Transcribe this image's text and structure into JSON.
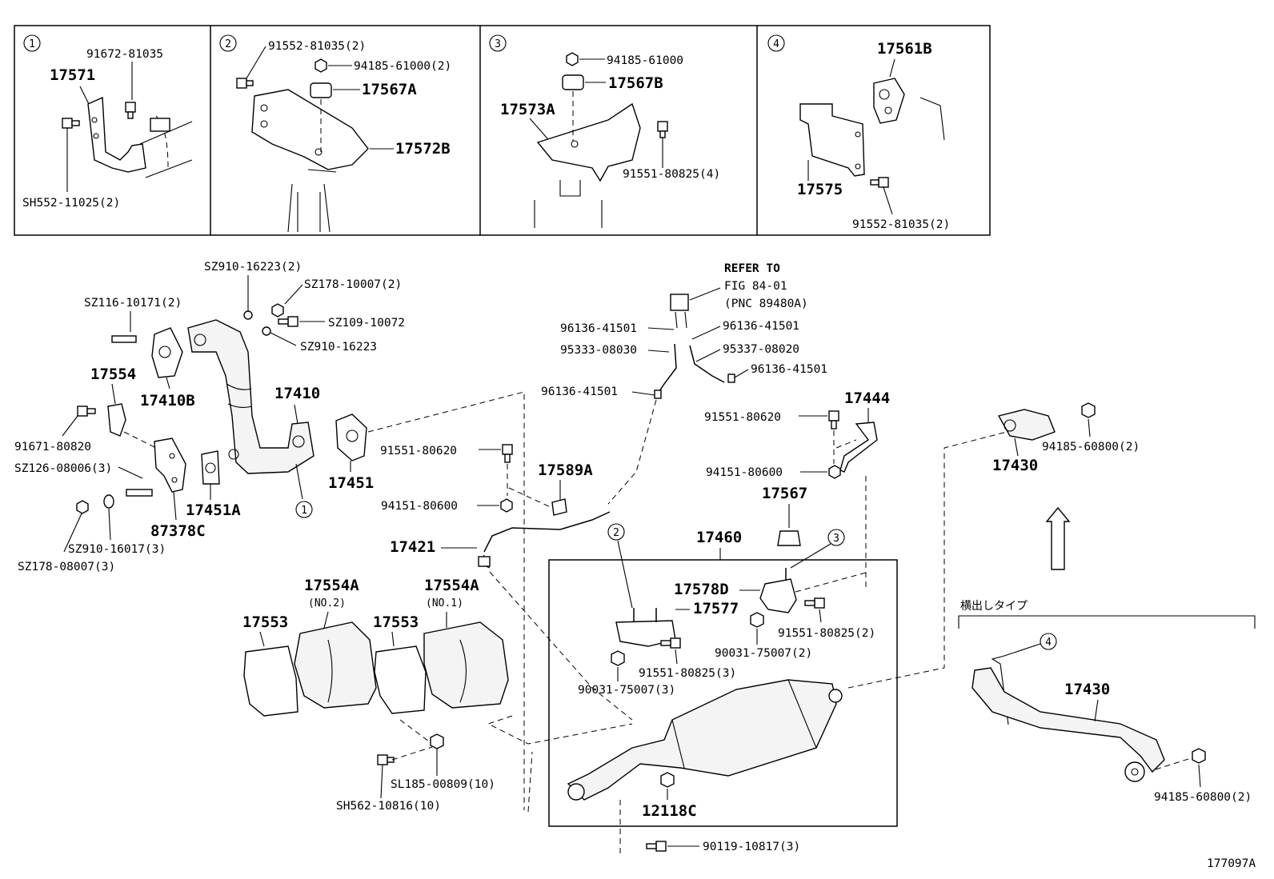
{
  "panels": [
    {
      "number": "1",
      "labels": {
        "p17571": "17571",
        "b91672": "91672-81035",
        "bsh552": "SH552-11025(2)"
      }
    },
    {
      "number": "2",
      "labels": {
        "b91552": "91552-81035(2)",
        "n94185": "94185-61000(2)",
        "p17567a": "17567A",
        "p17572b": "17572B"
      }
    },
    {
      "number": "3",
      "labels": {
        "n94185": "94185-61000",
        "p17567b": "17567B",
        "p17573a": "17573A",
        "b91551": "91551-80825(4)"
      }
    },
    {
      "number": "4",
      "labels": {
        "p17561b": "17561B",
        "p17575": "17575",
        "b91552": "91552-81035(2)"
      }
    }
  ],
  "main": {
    "sz910_16223_2": "SZ910-16223(2)",
    "sz178_10007_2": "SZ178-10007(2)",
    "sz116_10171_2": "SZ116-10171(2)",
    "sz109_10072": "SZ109-10072",
    "sz910_16223": "SZ910-16223",
    "p17554": "17554",
    "p17410b": "17410B",
    "p17410": "17410",
    "b91671_80820": "91671-80820",
    "sz126_08006_3": "SZ126-08006(3)",
    "p87378c": "87378C",
    "p17451a": "17451A",
    "p17451": "17451",
    "sz910_16017_3": "SZ910-16017(3)",
    "sz178_08007_3": "SZ178-08007(3)",
    "refer_to": "REFER TO",
    "fig": "FIG 84-01",
    "pnc": "(PNC 89480A)",
    "c96136_a": "96136-41501",
    "c96136_b": "96136-41501",
    "h95333": "95333-08030",
    "h95337": "95337-08020",
    "c96136_c": "96136-41501",
    "c96136_d": "96136-41501",
    "b91551_80620_a": "91551-80620",
    "n94151_80600_a": "94151-80600",
    "p17589a": "17589A",
    "p17421": "17421",
    "b91551_80620_b": "91551-80620",
    "p17444": "17444",
    "n94151_80600_b": "94151-80600",
    "p17567": "17567",
    "p17460": "17460",
    "p17578d": "17578D",
    "p17577": "17577",
    "b91551_80825_2": "91551-80825(2)",
    "n90031_75007_2": "90031-75007(2)",
    "b91551_80825_3": "91551-80825(3)",
    "n90031_75007_3": "90031-75007(3)",
    "p12118c": "12118C",
    "b90119_10817_3": "90119-10817(3)",
    "p17553_a": "17553",
    "p17554a_a": "17554A",
    "no2": "(NO.2)",
    "p17553_b": "17553",
    "p17554a_b": "17554A",
    "no1": "(NO.1)",
    "sl185": "SL185-00809(10)",
    "sh562": "SH562-10816(10)",
    "p17430_top": "17430",
    "n94185_60800_top": "94185-60800(2)",
    "yokodashi": "横出しタイプ",
    "p17430_bot": "17430",
    "n94185_60800_bot": "94185-60800(2)",
    "callout_1": "1",
    "callout_2": "2",
    "callout_3": "3",
    "callout_4": "4",
    "callout_4b": "4",
    "figure_code": "177097A"
  }
}
